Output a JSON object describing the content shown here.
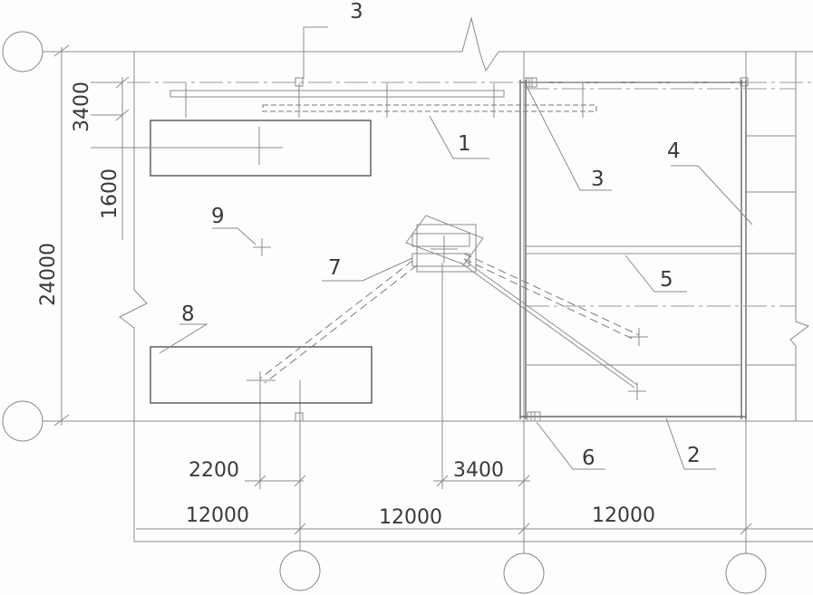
{
  "callouts": {
    "c1": "1",
    "c2": "2",
    "c3_top": "3",
    "c3_right": "3",
    "c4": "4",
    "c5": "5",
    "c6": "6",
    "c7": "7",
    "c8": "8",
    "c9": "9"
  },
  "dimensions": {
    "d3400_top": "3400",
    "d1600": "1600",
    "d24000": "24000",
    "d2200": "2200",
    "d3400_bottom": "3400",
    "d12000_a": "12000",
    "d12000_b": "12000",
    "d12000_c": "12000"
  }
}
